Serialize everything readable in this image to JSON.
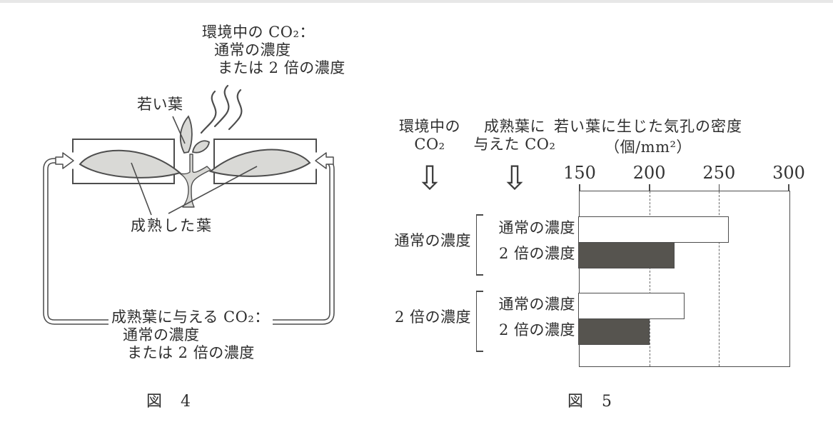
{
  "page": {
    "background": "#ffffff",
    "top_strip_color": "#e7e7e7"
  },
  "figure4": {
    "caption": "図　4",
    "ambient_co2_note": {
      "line1": "環境中の CO₂：",
      "line2": "通常の濃度",
      "line3": "または 2 倍の濃度"
    },
    "young_leaf_label": "若い葉",
    "mature_leaf_label": "成熟した葉",
    "mature_co2_note": {
      "line1": "成熟葉に与える CO₂：",
      "line2": "通常の濃度",
      "line3": "または 2 倍の濃度"
    },
    "colors": {
      "line": "#4d4d4d",
      "leaf_fill": "#d9d9d6"
    }
  },
  "figure5": {
    "caption": "図　5",
    "col1_header": {
      "line1": "環境中の",
      "line2": "CO₂"
    },
    "col2_header": {
      "line1": "成熟葉に",
      "line2": "与えた CO₂"
    },
    "down_arrow_icon": "⇩"
  },
  "chart_data": {
    "type": "bar",
    "orientation": "horizontal",
    "title": "若い葉に生じた気孔の密度",
    "unit_label": "（個/mm²）",
    "xlim": [
      150,
      300
    ],
    "xticks": [
      150,
      200,
      250,
      300
    ],
    "gridlines": {
      "style": "dashed",
      "at": [
        200,
        250
      ]
    },
    "legend_note": "white bars = 通常の濃度, dark bars = 2 倍の濃度 (成熟葉に与えたCO₂)",
    "groups": [
      {
        "label": "通常の濃度",
        "bars": [
          {
            "label": "通常の濃度",
            "value": 257,
            "fill": "white"
          },
          {
            "label": "2 倍の濃度",
            "value": 218,
            "fill": "dark"
          }
        ]
      },
      {
        "label": "2 倍の濃度",
        "bars": [
          {
            "label": "通常の濃度",
            "value": 225,
            "fill": "white"
          },
          {
            "label": "2 倍の濃度",
            "value": 200,
            "fill": "dark"
          }
        ]
      }
    ],
    "bar_colors": {
      "white": "#ffffff",
      "dark": "#56544f"
    }
  }
}
